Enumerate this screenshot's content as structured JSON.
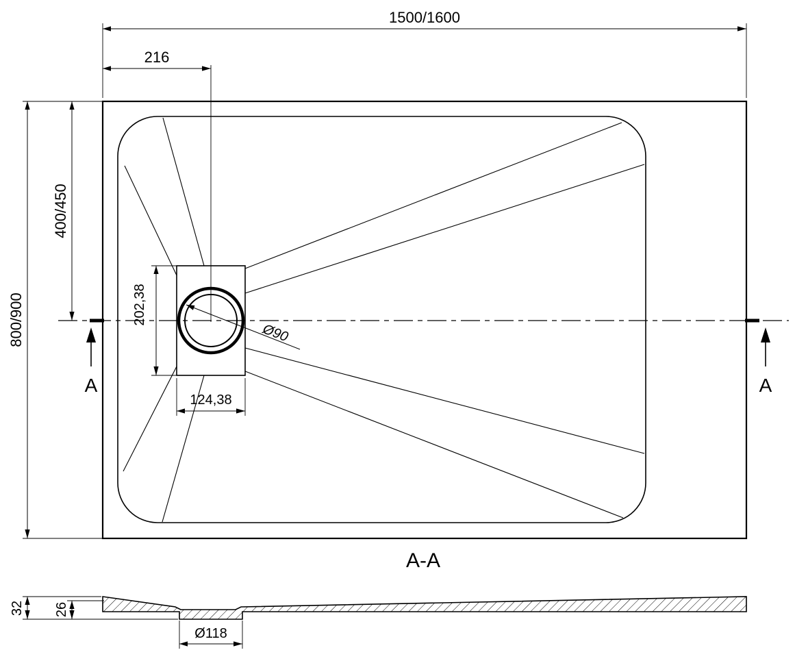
{
  "labels": {
    "section_title": "A-A",
    "section_arrow_left": "A",
    "section_arrow_right": "A"
  },
  "dims": {
    "overall_width": "1500/1600",
    "drain_center_from_left": "216",
    "center_from_top": "400/450",
    "overall_depth": "800/900",
    "drain_recess_height": "202,38",
    "drain_recess_width": "124,38",
    "drain_hole_diameter": "Ø90",
    "tray_total_height": "32",
    "tray_edge_height": "26",
    "drain_flange_diameter": "Ø118"
  }
}
